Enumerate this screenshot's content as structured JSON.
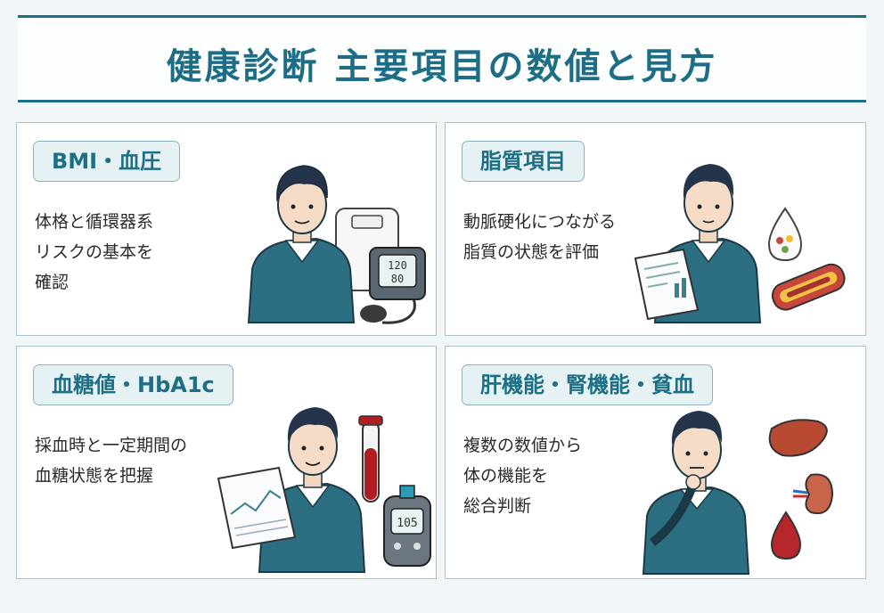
{
  "title": "健康診断 主要項目の数値と見方",
  "cards": [
    {
      "tag": "BMI・血圧",
      "lines": [
        "体格と循環器系",
        "リスクの基本を",
        "確認"
      ],
      "monitor_top": "120",
      "monitor_bottom": "80"
    },
    {
      "tag": "脂質項目",
      "lines": [
        "動脈硬化につながる",
        "脂質の状態を評価"
      ]
    },
    {
      "tag": "血糖値・HbA1c",
      "lines": [
        "採血時と一定期間の",
        "血糖状態を把握"
      ],
      "meter_value": "105"
    },
    {
      "tag": "肝機能・腎機能・貧血",
      "lines": [
        "複数の数値から",
        "体の機能を",
        "総合判断"
      ]
    }
  ]
}
